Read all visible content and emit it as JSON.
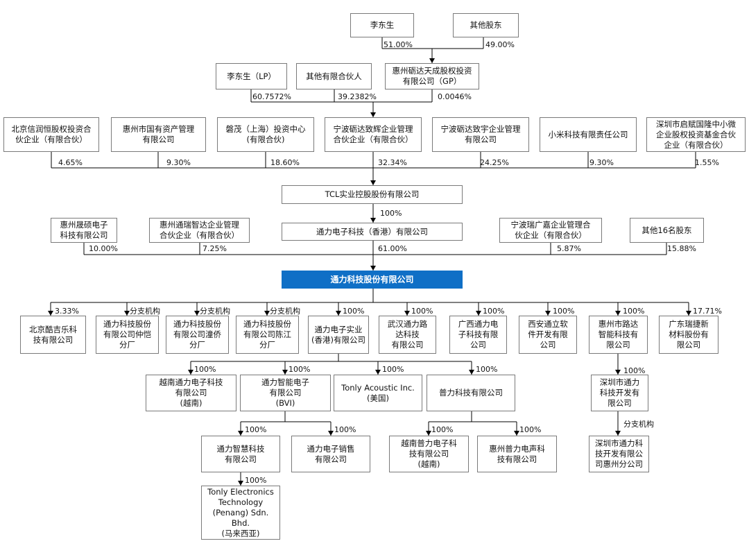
{
  "colors": {
    "line": "#000000",
    "box_border": "#7a7a7a",
    "main_fill": "#0f6fc6",
    "main_text": "#ffffff"
  },
  "boxes": {
    "li_dongsheng": "李东生",
    "other_shareholders": "其他股东",
    "li_dongsheng_lp": "李东生（LP）",
    "other_lps": "其他有限合伙人",
    "huizhou_lida_gp": "惠州砺达天成股权投资\n有限公司（GP）",
    "beijing_xinrun": "北京信润恒股权投资合\n伙企业（有限合伙）",
    "huizhou_state_asset": "惠州市国有资产管理\n有限公司",
    "panmao_shanghai": "磐茂（上海）投资中心\n(有限合伙)",
    "ningbo_zhihui": "宁波砺达致辉企业管理\n合伙企业（有限合伙）",
    "ningbo_zhiyu": "宁波砺达致宇企业管理\n有限公司",
    "xiaomi": "小米科技有限责任公司",
    "shenzhen_qifu": "深圳市启赋国隆中小微\n企业股权投资基金合伙\n企业（有限合伙）",
    "tcl_industrial": "TCL实业控股股份有限公司",
    "huizhou_shengshuo": "惠州晟硕电子\n科技有限公司",
    "huizhou_tongrui": "惠州通瑞智达企业管理\n合伙企业（有限合伙）",
    "tongli_hk_parent": "通力电子科技（香港）有限公司",
    "ningbo_ruiguang": "宁波瑞广嘉企业管理合\n伙企业（有限合伙）",
    "other_16": "其他16名股东",
    "main_company": "通力科技股份有限公司",
    "beijing_kuji": "北京酷吉乐科\n技有限公司",
    "branch_zhongkai": "通力科技股份\n有限公司仲恺\n分厂",
    "branch_tongqiao": "通力科技股份\n有限公司潼侨\n分厂",
    "branch_chenjiang": "通力科技股份\n有限公司陈江\n分厂",
    "tongli_industrial_hk": "通力电子实业\n(香港)有限公司",
    "wuhan_tonglilu": "武汉通力路\n达科技\n有限公司",
    "guangxi_tongli": "广西通力电\n子科技有限\n公司",
    "xian_tongli": "西安通立软\n件开发有限\n公司",
    "huizhou_luda": "惠州市路达\n智能科技有\n限公司",
    "guangdong_ruijie": "广东瑞捷新\n材料股份有\n限公司",
    "vietnam_tongli": "越南通力电子科技\n有限公司\n(越南)",
    "tongli_smart_bvi": "通力智能电子\n有限公司\n(BVI)",
    "tonly_acoustic": "Tonly Acoustic Inc.\n(美国)",
    "puli_tech": "普力科技有限公司",
    "shenzhen_tongli": "深圳市通力\n科技开发有\n限公司",
    "tongli_zhihui": "通力智慧科技\n有限公司",
    "tongli_sales": "通力电子销售\n有限公司",
    "vietnam_puli": "越南普力电子科\n技有限公司\n(越南)",
    "huizhou_puli": "惠州普力电声科\n技有限公司",
    "shenzhen_tongli_branch": "深圳市通力科\n技开发有限公\n司惠州分公司",
    "tonly_penang": "Tonly Electronics\nTechnology\n(Penang) Sdn.\nBhd.\n(马来西亚)"
  },
  "labels": {
    "li_dongsheng_gp_pct": "51.00%",
    "other_gp_pct": "49.00%",
    "lp_li_pct": "60.7572%",
    "lp_other_pct": "39.2382%",
    "lp_gp_pct": "0.0046%",
    "tcl_beijing_pct": "4.65%",
    "tcl_huizhou_state_pct": "9.30%",
    "tcl_panmao_pct": "18.60%",
    "tcl_ningbo_zhihui_pct": "32.34%",
    "tcl_ningbo_zhiyu_pct": "24.25%",
    "tcl_xiaomi_pct": "9.30%",
    "tcl_shenzhen_qifu_pct": "1.55%",
    "tcl_to_hk_pct": "100%",
    "main_shengshuo_pct": "10.00%",
    "main_tongrui_pct": "7.25%",
    "main_hk_pct": "61.00%",
    "main_ruiguang_pct": "5.87%",
    "main_other16_pct": "15.88%",
    "sub_kuji_pct": "3.33%",
    "sub_zhongkai_type": "分支机构",
    "sub_tongqiao_type": "分支机构",
    "sub_chenjiang_type": "分支机构",
    "sub_industrial_hk_pct": "100%",
    "sub_wuhan_pct": "100%",
    "sub_guangxi_pct": "100%",
    "sub_xian_pct": "100%",
    "sub_luda_pct": "100%",
    "sub_ruijie_pct": "17.71%",
    "hk_vietnam_pct": "100%",
    "hk_bvi_pct": "100%",
    "hk_acoustic_pct": "100%",
    "hk_puli_pct": "100%",
    "luda_shenzhen_pct": "100%",
    "bvi_zhihui_pct": "100%",
    "bvi_sales_pct": "100%",
    "puli_vietnam_pct": "100%",
    "puli_huizhou_pct": "100%",
    "zhihui_penang_pct": "100%",
    "shenzhen_branch_type": "分支机构"
  }
}
